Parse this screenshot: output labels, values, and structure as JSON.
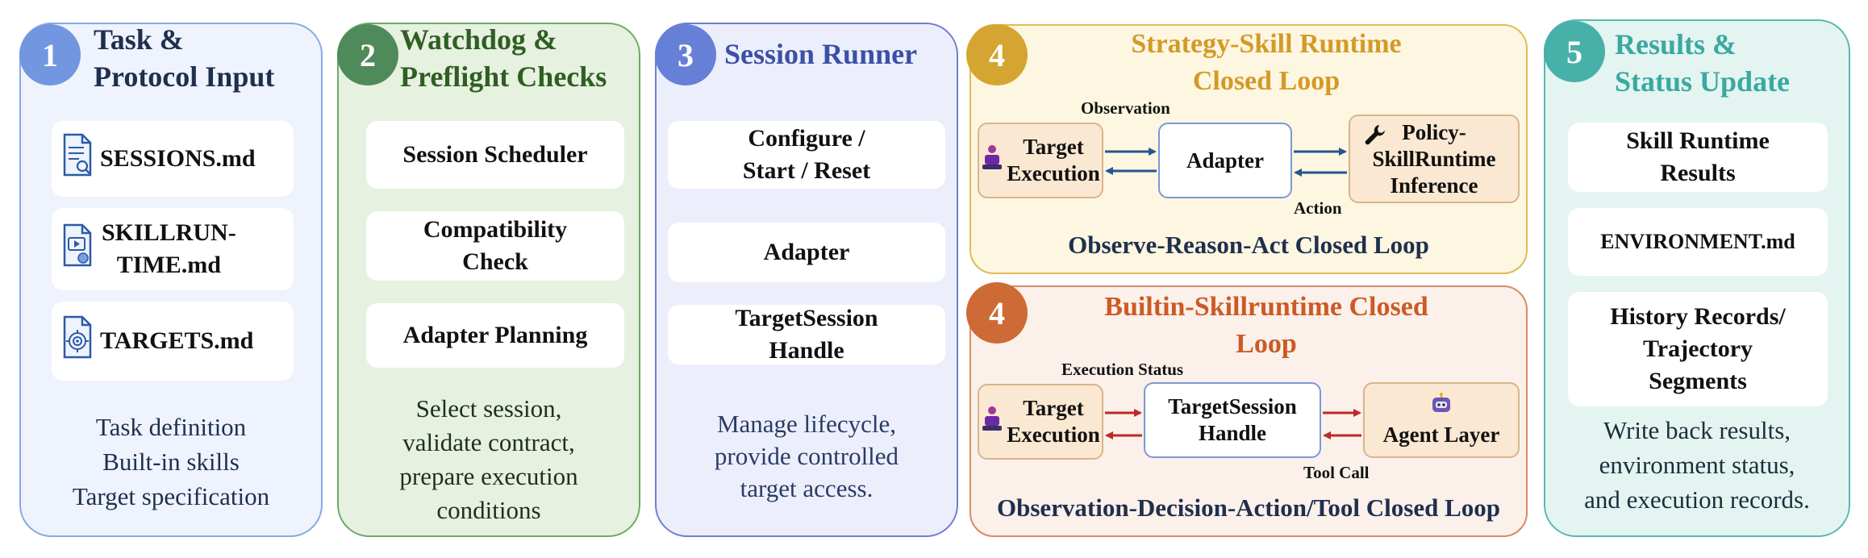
{
  "panel1": {
    "number": "1",
    "title_line1": "Task &",
    "title_line2": "Protocol Input",
    "items": [
      {
        "line1": "SESSIONS.md",
        "line2": "",
        "icon": "document-search-icon"
      },
      {
        "line1": "SKILLRUN-",
        "line2": "TIME.md",
        "icon": "video-file-icon"
      },
      {
        "line1": "TARGETS.md",
        "line2": "",
        "icon": "target-file-icon"
      }
    ],
    "desc": [
      "Task definition",
      "Built-in skills",
      "Target specification"
    ]
  },
  "panel2": {
    "number": "2",
    "title_line1": "Watchdog &",
    "title_line2": "Preflight Checks",
    "items": [
      {
        "line1": "Session Scheduler",
        "line2": ""
      },
      {
        "line1": "Compatibility",
        "line2": "Check"
      },
      {
        "line1": "Adapter Planning",
        "line2": ""
      }
    ],
    "desc": [
      "Select session,",
      "validate contract,",
      "prepare execution",
      "conditions"
    ]
  },
  "panel3": {
    "number": "3",
    "title": "Session Runner",
    "items": [
      {
        "line1": "Configure /",
        "line2": "Start / Reset"
      },
      {
        "line1": "Adapter",
        "line2": ""
      },
      {
        "line1": "TargetSession",
        "line2": "Handle"
      }
    ],
    "desc": [
      "Manage lifecycle,",
      "provide controlled",
      "target access."
    ]
  },
  "panel4a": {
    "number": "4",
    "title_line1": "Strategy-Skill Runtime",
    "title_line2": "Closed Loop",
    "box_target": {
      "line1": "Target",
      "line2": "Execution"
    },
    "box_adapter": "Adapter",
    "box_policy": {
      "line1": "Policy-",
      "line2": "SkillRuntime",
      "line3": "Inference"
    },
    "label_top": "Observation",
    "label_bottom": "Action",
    "loop_name": "Observe-Reason-Act Closed Loop"
  },
  "panel4b": {
    "number": "4",
    "title_line1": "Builtin-Skillruntime Closed",
    "title_line2": "Loop",
    "box_target": {
      "line1": "Target",
      "line2": "Execution"
    },
    "box_handle": {
      "line1": "TargetSession",
      "line2": "Handle"
    },
    "box_agent": "Agent Layer",
    "label_top": "Execution Status",
    "label_bottom": "Tool Call",
    "loop_name": "Observation-Decision-Action/Tool Closed Loop"
  },
  "panel5": {
    "number": "5",
    "title_line1": "Results &",
    "title_line2": "Status Update",
    "items": [
      {
        "line1": "Skill Runtime",
        "line2": "Results",
        "line3": ""
      },
      {
        "line1": "ENVIRONMENT.md",
        "line2": "",
        "line3": ""
      },
      {
        "line1": "History Records/",
        "line2": "Trajectory",
        "line3": "Segments"
      }
    ],
    "desc": [
      "Write back results,",
      "environment status,",
      "and execution records."
    ]
  },
  "colors": {
    "panel1": "#5b86d6",
    "panel2": "#4e8a4e",
    "panel3": "#5a6fc4",
    "panel4a": "#d9a93a",
    "panel4b": "#d06a3c",
    "panel5": "#46b0a8",
    "arrow_blue": "#23578f",
    "arrow_red": "#bb2a2a"
  }
}
